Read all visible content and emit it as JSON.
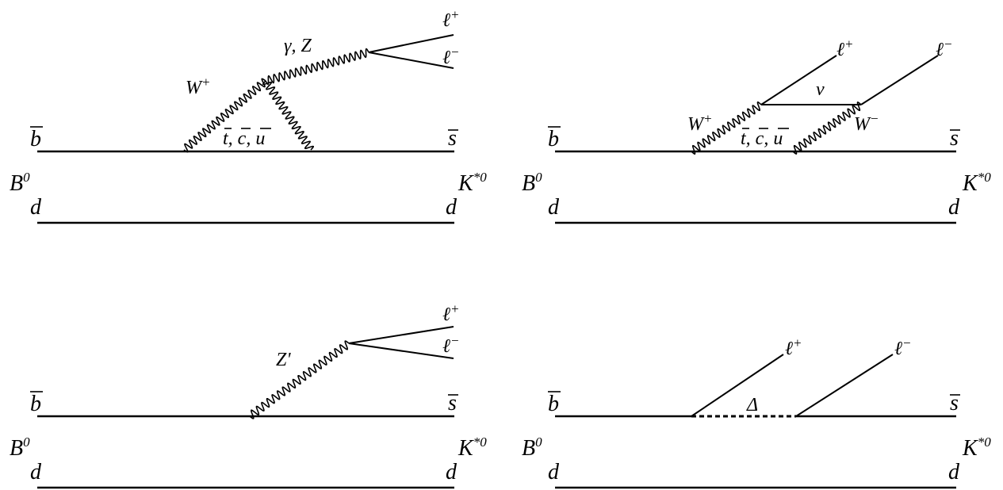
{
  "labels": {
    "b": "b",
    "s": "s",
    "d": "d",
    "B": "B",
    "B_sup": "0",
    "K": "K",
    "K_sup": "*0",
    "ell": "ℓ",
    "plus": "+",
    "minus": "−",
    "W": "W",
    "gammaZ": "γ, Z",
    "quarks": "t, c, u",
    "nu": "ν",
    "Zprime": "Z'",
    "Delta": "Δ"
  }
}
